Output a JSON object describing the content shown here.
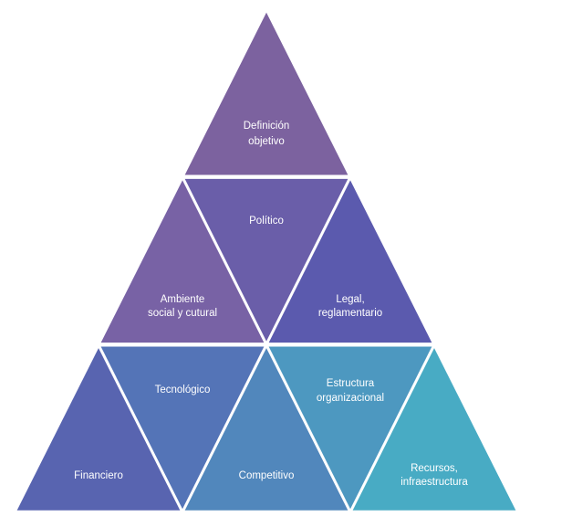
{
  "title": "Pyramid of factors",
  "triangles": [
    {
      "id": "definicion",
      "lines": [
        "Definición",
        "objetivo"
      ],
      "color": "#7c629f",
      "orientation": "up"
    },
    {
      "id": "ambiente",
      "lines": [
        "Ambiente",
        "social y cutural"
      ],
      "color": "#7862a5",
      "orientation": "up"
    },
    {
      "id": "politico",
      "lines": [
        "Político"
      ],
      "color": "#6a5ea9",
      "orientation": "down"
    },
    {
      "id": "legal",
      "lines": [
        "Legal,",
        "reglamentario"
      ],
      "color": "#5b5aae",
      "orientation": "up"
    },
    {
      "id": "financiero",
      "lines": [
        "Financiero"
      ],
      "color": "#5864b0",
      "orientation": "up"
    },
    {
      "id": "tecnologico",
      "lines": [
        "Tecnológico"
      ],
      "color": "#5474b7",
      "orientation": "down"
    },
    {
      "id": "competitivo",
      "lines": [
        "Competitivo"
      ],
      "color": "#5187bc",
      "orientation": "up"
    },
    {
      "id": "estructura",
      "lines": [
        "Estructura",
        "organizacional"
      ],
      "color": "#4d98c0",
      "orientation": "down"
    },
    {
      "id": "recursos",
      "lines": [
        "Recursos,",
        "infraestructura"
      ],
      "color": "#48abc4",
      "orientation": "up"
    }
  ]
}
